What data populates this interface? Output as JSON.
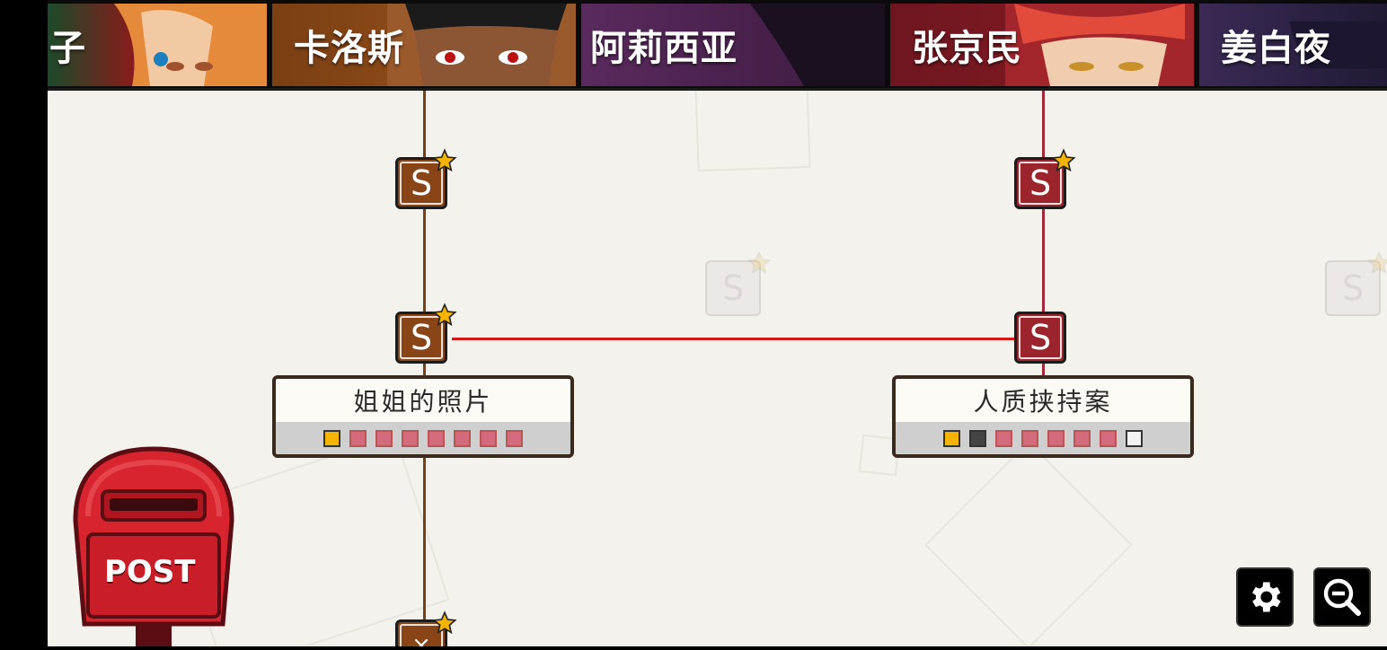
{
  "header": {
    "characters": [
      {
        "name": "子",
        "color": "#8a1b1b"
      },
      {
        "name": "卡洛斯",
        "color": "#7a3f12"
      },
      {
        "name": "阿莉西亚",
        "color": "#5a2a5e"
      },
      {
        "name": "张京民",
        "color": "#8e1c24"
      },
      {
        "name": "姜白夜",
        "color": "#3a2a55"
      }
    ]
  },
  "nodes": [
    {
      "label": "S",
      "color": "#8a4516",
      "star": true
    },
    {
      "label": "S",
      "color": "#8a4516",
      "star": true
    },
    {
      "label": "S",
      "color": "#9c242c",
      "star": true
    },
    {
      "label": "S",
      "color": "#9c242c",
      "star": false
    },
    {
      "label": "×",
      "color": "#8a4516",
      "star": true
    }
  ],
  "ghost_nodes": [
    {
      "label": "S"
    },
    {
      "label": "S"
    }
  ],
  "cases": [
    {
      "title": "姐姐的照片",
      "progress": [
        "gold",
        "pink",
        "pink",
        "pink",
        "pink",
        "pink",
        "pink",
        "pink"
      ]
    },
    {
      "title": "人质挟持案",
      "progress": [
        "gold",
        "dark",
        "pink",
        "pink",
        "pink",
        "pink",
        "pink",
        "empty"
      ]
    }
  ],
  "mailbox": {
    "label": "POST"
  },
  "controls": {
    "settings_icon": "gear-icon",
    "zoom_icon": "zoom-out-icon"
  },
  "colors": {
    "brown_line": "#7a3f12",
    "red_line": "#d41818",
    "gold": "#f5b400",
    "pink": "#d46a7e",
    "dark": "#444444",
    "empty": "#f2f2f2"
  }
}
